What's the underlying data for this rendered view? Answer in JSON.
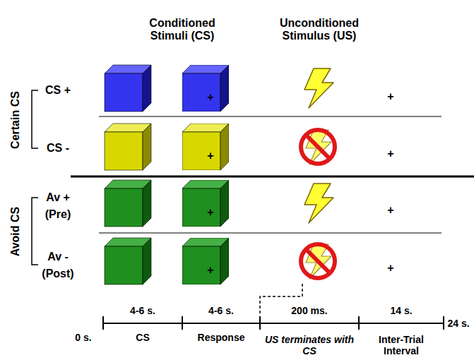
{
  "diagram": {
    "nodes": [
      {
        "text": [
          "+"
        ]
      },
      {
        "text": [
          "+"
        ]
      },
      {
        "text": [
          "+"
        ]
      },
      {
        "text": [
          "+"
        ]
      }
    ],
    "labels": [
      "Conditioned Stimuli (CS)",
      "Unconditioned Stimulus (US)",
      "Certain CS",
      "CS +",
      "CS -",
      "Avoid CS",
      "Av +",
      "(Pre)",
      "Av -",
      "(Post)",
      "+",
      "+",
      "+",
      "+",
      "4-6 s.",
      "4-6 s.",
      "200 ms.",
      "14 s.",
      "0 s.",
      "CS",
      "Response",
      "US terminates with CS",
      "Inter-Trial Interval",
      "24 s."
    ]
  }
}
